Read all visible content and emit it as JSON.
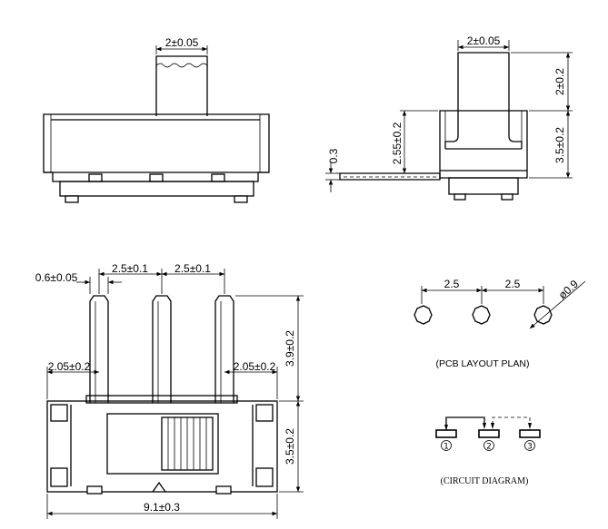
{
  "dims": {
    "top_actuator_width": "2±0.05",
    "side_actuator_width": "2±0.05",
    "side_actuator_height": "2±0.2",
    "side_body_height": "3.5±0.2",
    "side_pin_height": "2.55±0.2",
    "side_pin_thickness": "0.3",
    "pin_width": "0.6±0.05",
    "pitch_left": "2.5±0.1",
    "pitch_right": "2.5±0.1",
    "pin_length": "3.9±0.2",
    "edge_left": "2.05±0.2",
    "edge_right": "2.05±0.2",
    "body_height_front": "3.5±0.2",
    "body_width": "9.1±0.3"
  },
  "pcb": {
    "pitch_1": "2.5",
    "pitch_2": "2.5",
    "hole_dia": "ø0.9",
    "caption": "(PCB LAYOUT  PLAN)"
  },
  "circuit": {
    "caption": "(CIRCUIT DIAGRAM)",
    "terminals": [
      "1",
      "2",
      "3"
    ]
  }
}
